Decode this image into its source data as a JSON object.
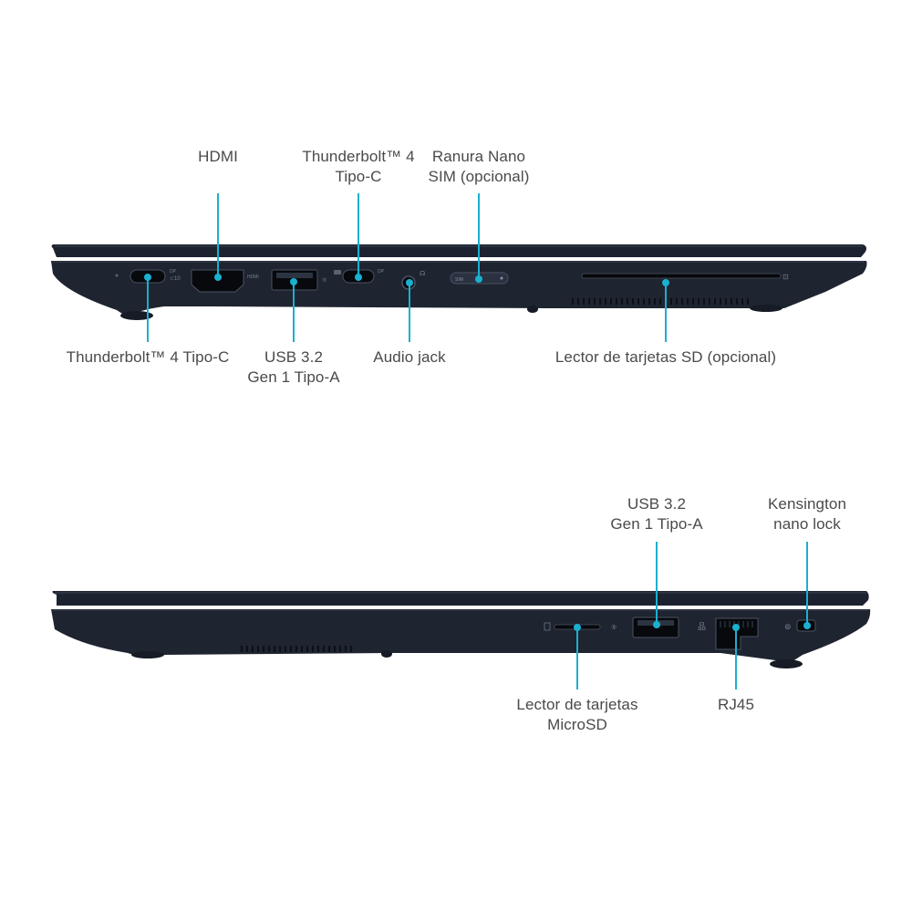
{
  "accent_color": "#1ab0d0",
  "body_color": "#1e2430",
  "left_side": {
    "labels": {
      "hdmi": [
        "HDMI"
      ],
      "thunderbolt_top": [
        "Thunderbolt™ 4",
        "Tipo-C"
      ],
      "nano_sim": [
        "Ranura Nano",
        "SIM (opcional)"
      ],
      "thunderbolt_bottom": [
        "Thunderbolt™ 4 Tipo-C"
      ],
      "usb_a": [
        "USB 3.2",
        "Gen 1 Tipo-A"
      ],
      "audio": [
        "Audio jack"
      ],
      "sd_reader": [
        "Lector de tarjetas SD (opcional)"
      ]
    },
    "port_marks": {
      "hdmi": "HDMI",
      "sim": "SIM",
      "dp": "DP"
    }
  },
  "right_side": {
    "labels": {
      "usb_a": [
        "USB 3.2",
        "Gen 1 Tipo-A"
      ],
      "kensington": [
        "Kensington",
        "nano lock"
      ],
      "microsd": [
        "Lector de tarjetas",
        "MicroSD"
      ],
      "rj45": [
        "RJ45"
      ]
    }
  }
}
